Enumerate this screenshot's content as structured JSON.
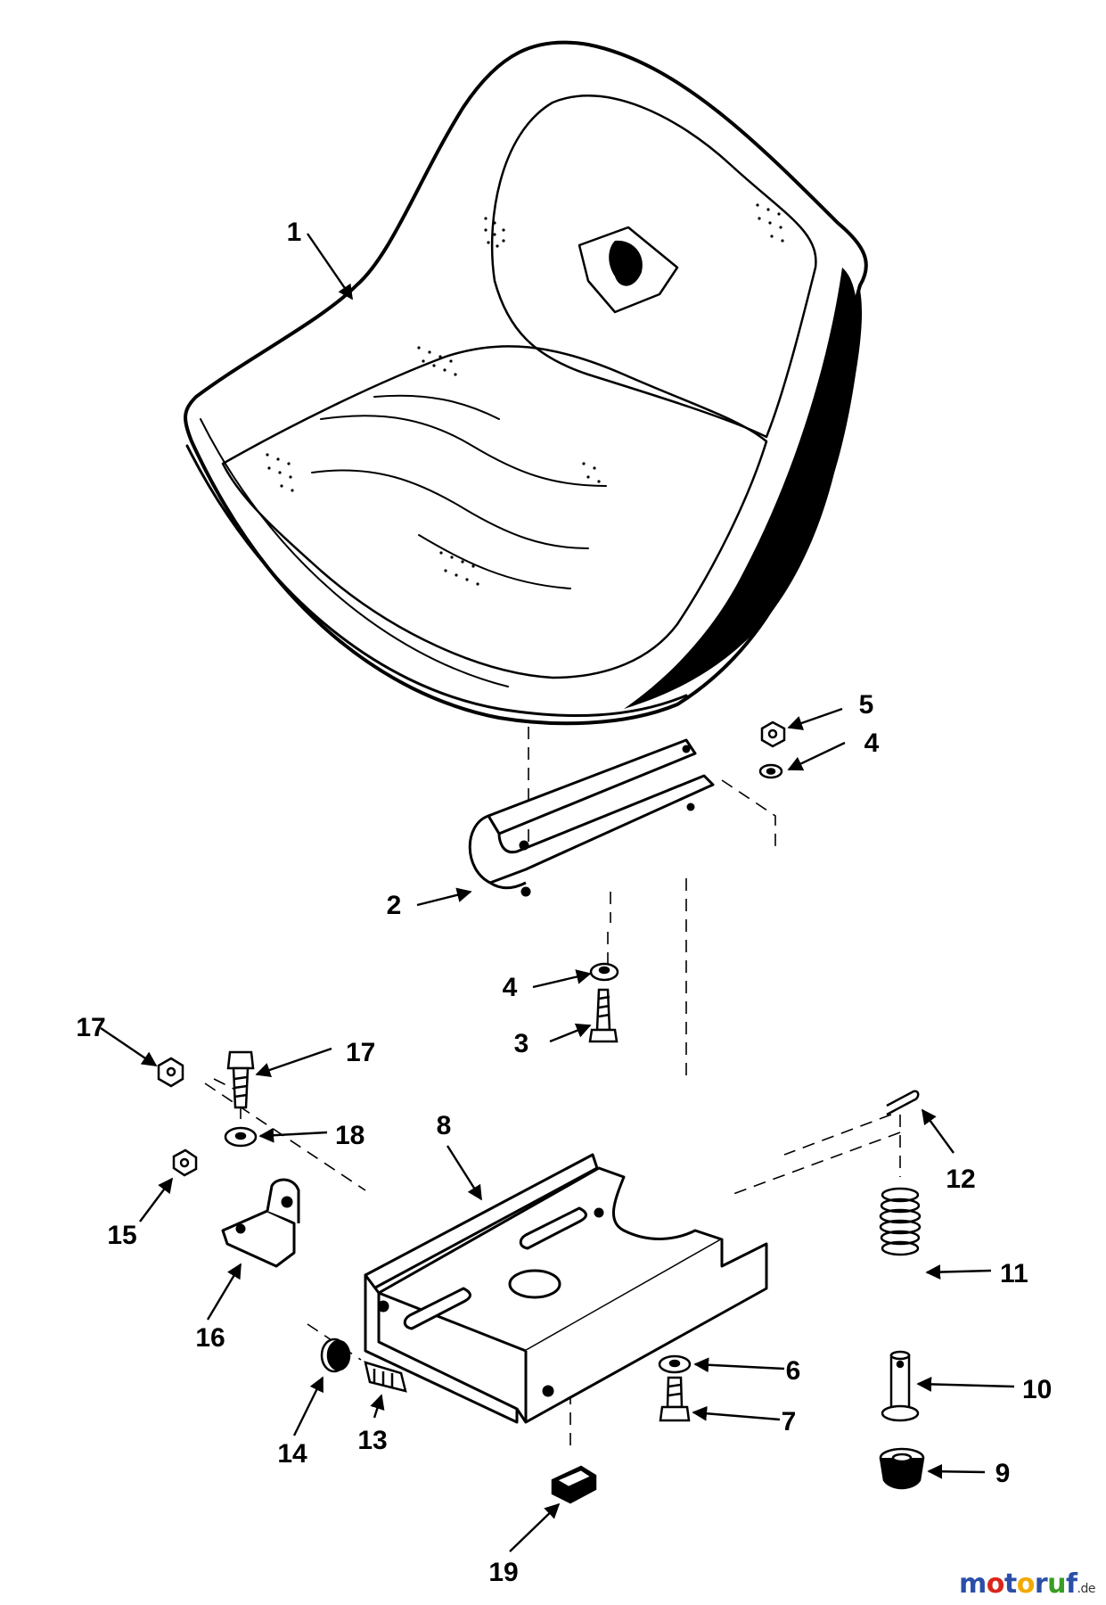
{
  "callouts": {
    "c1": "1",
    "c2": "2",
    "c3": "3",
    "c4a": "4",
    "c4b": "4",
    "c5": "5",
    "c6": "6",
    "c7": "7",
    "c8": "8",
    "c9": "9",
    "c10": "10",
    "c11": "11",
    "c12": "12",
    "c13": "13",
    "c14": "14",
    "c15": "15",
    "c16": "16",
    "c17a": "17",
    "c17b": "17",
    "c18": "18",
    "c19": "19"
  },
  "watermark": {
    "letters": [
      "m",
      "o",
      "t",
      "o",
      "r",
      "u",
      "f"
    ],
    "letter_colors": [
      "#2b4fa8",
      "#d9261c",
      "#2b4fa8",
      "#f2a900",
      "#2b4fa8",
      "#3a9d23",
      "#2b4fa8"
    ],
    "suffix": ".de"
  }
}
